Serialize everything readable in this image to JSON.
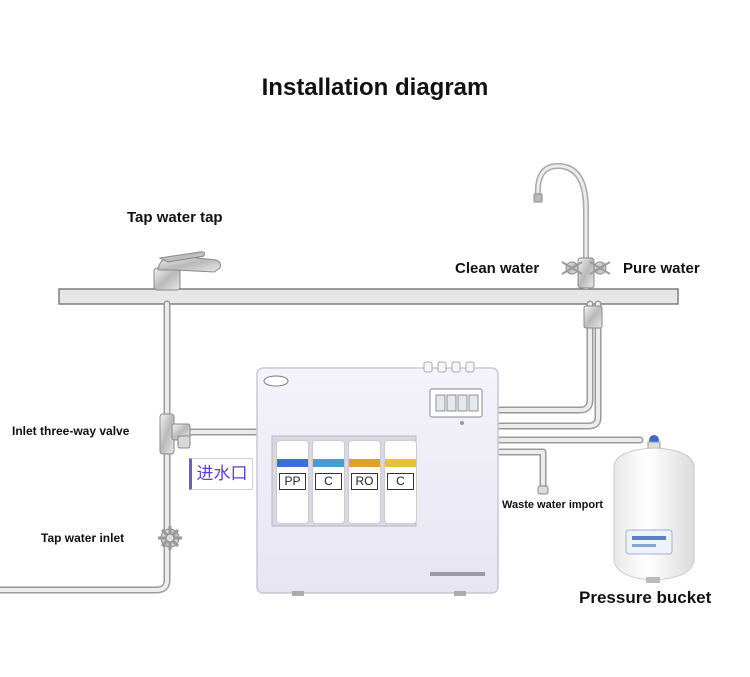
{
  "title": "Installation diagram",
  "labels": {
    "tap_water_tap": "Tap water tap",
    "clean_water": "Clean water",
    "pure_water": "Pure water",
    "inlet_three_way_valve": "Inlet three-way valve",
    "water_inlet_cn": "进水口",
    "tap_water_inlet": "Tap water inlet",
    "waste_water_import": "Waste water import",
    "pressure_bucket": "Pressure bucket"
  },
  "filters": [
    {
      "label": "PP",
      "accent": "#3a6fd8"
    },
    {
      "label": "C",
      "accent": "#4a9ad8"
    },
    {
      "label": "RO",
      "accent": "#e3a02a"
    },
    {
      "label": "C",
      "accent": "#e8c13a"
    }
  ],
  "colors": {
    "pipe": "#9a9a9a",
    "pipe_fill": "#e9e9e9",
    "counter": "#e6e6e6",
    "chinese_label": "#5b3fd0"
  },
  "icons": {
    "brand_logo": "brand-logo",
    "control_panel": "display-panel"
  }
}
